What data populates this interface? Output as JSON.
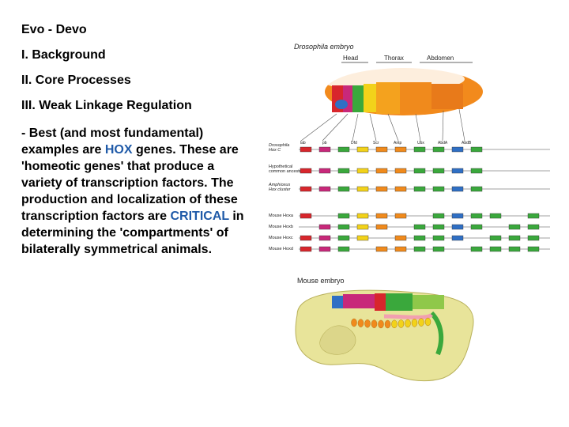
{
  "outline": {
    "title": "Evo - Devo",
    "item1": "I. Background",
    "item2": "II. Core Processes",
    "item3": "III. Weak Linkage Regulation"
  },
  "body_text": {
    "part1": " - Best (and most fundamental) examples are ",
    "hox": "HOX",
    "part2": " genes.  These are 'homeotic genes' that produce a variety of transcription factors. The production and localization of these transcription factors are ",
    "critical": "CRITICAL",
    "part3": " in determining the 'compartments' of bilaterally symmetrical animals."
  },
  "figure": {
    "drosophila_title": "Drosophila embryo",
    "regions": [
      "Head",
      "Thorax",
      "Abdomen"
    ],
    "gene_labels": [
      "lab",
      "pb",
      "Dfd",
      "Scr",
      "Antp",
      "Ubx",
      "AbdA",
      "AbdB"
    ],
    "rows": [
      {
        "label_line1": "Drosophila",
        "label_line2": "Hox C"
      },
      {
        "label_line1": "Hypothetical",
        "label_line2": "common ancestor"
      },
      {
        "label_line1": "Amphioxus",
        "label_line2": "Hox cluster"
      },
      {
        "label_line1": "Mouse Hoxa",
        "label_line2": ""
      },
      {
        "label_line1": "Mouse Hoxb",
        "label_line2": ""
      },
      {
        "label_line1": "Mouse Hoxc",
        "label_line2": ""
      },
      {
        "label_line1": "Mouse Hoxd",
        "label_line2": ""
      }
    ],
    "mouse_title": "Mouse embryo",
    "colors": {
      "red": "#d8262c",
      "yellow": "#f2d21a",
      "green": "#3aa83c",
      "blue": "#2f6fc4",
      "magenta": "#c8287a",
      "orange": "#f08a1c",
      "embryo": "#e8e49a"
    }
  }
}
